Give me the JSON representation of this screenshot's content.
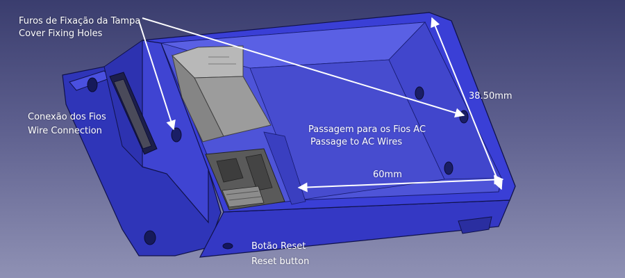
{
  "annotations": {
    "cover_holes_pt": "Furos de Fixação da Tampa",
    "cover_holes_en": "Cover Fixing Holes",
    "wire_connection_pt": "Conexão dos Fios",
    "wire_connection_en": "Wire Connection",
    "ac_passage_pt": "Passagem para os Fios AC",
    "ac_passage_en": "Passage to AC Wires",
    "reset_pt": "Botão Reset",
    "reset_en": "Reset button"
  },
  "dimensions": {
    "depth": "38.50mm",
    "length": "60mm"
  },
  "colors": {
    "enclosure": "#3a3fd6",
    "annotation": "#ffffff",
    "module": "#9a9a9a",
    "board": "#505050"
  }
}
